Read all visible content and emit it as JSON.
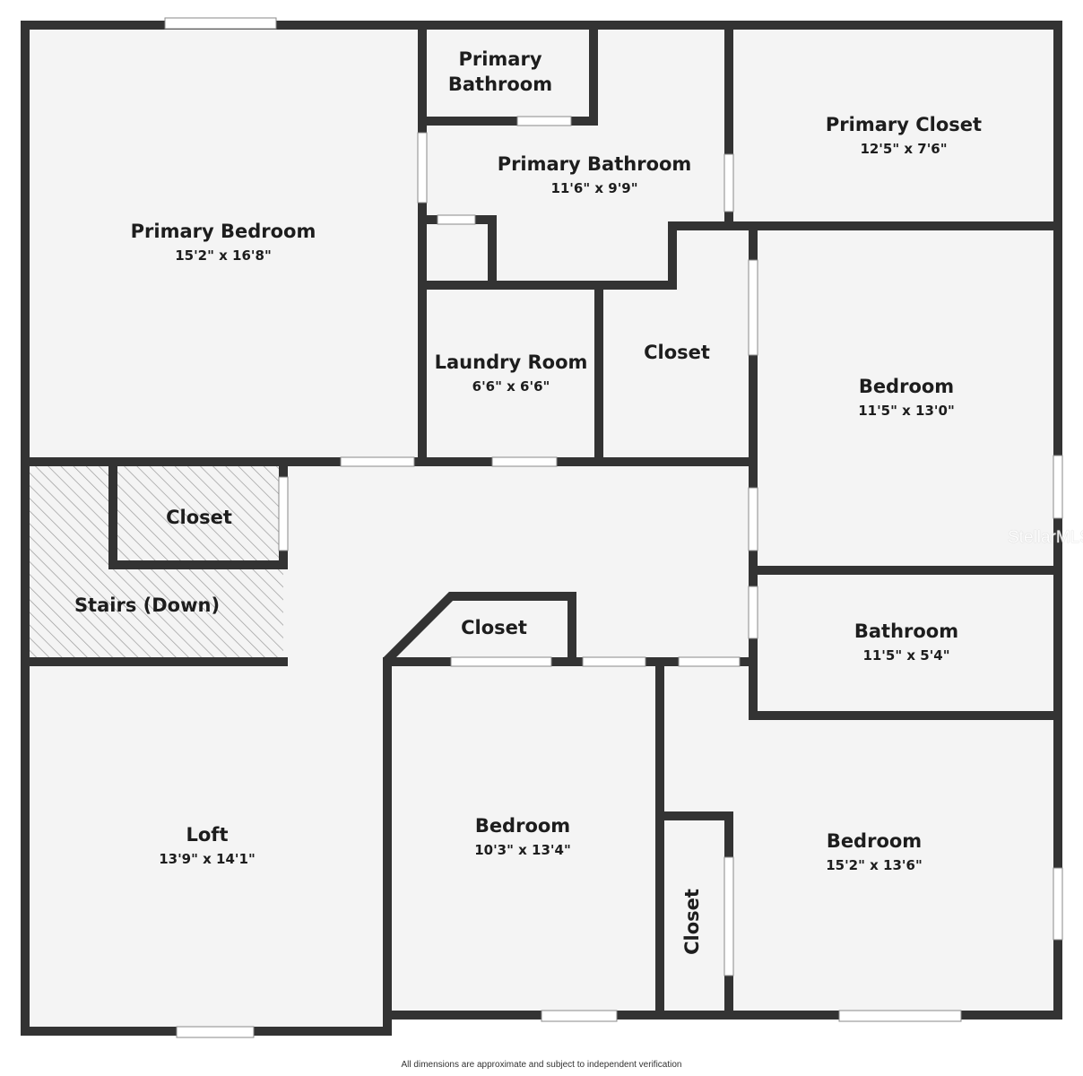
{
  "colors": {
    "wall": "#333333",
    "floor": "#f4f4f4",
    "opening": "#ffffff",
    "stairs_hatch": "#9a9a9a",
    "text": "#1d1d1d"
  },
  "rooms": {
    "primary_bedroom": {
      "name": "Primary Bedroom",
      "dims": "15'2\" x 16'8\""
    },
    "primary_bath_wc": {
      "name_line1": "Primary",
      "name_line2": "Bathroom"
    },
    "primary_bathroom": {
      "name": "Primary Bathroom",
      "dims": "11'6\" x 9'9\""
    },
    "primary_closet": {
      "name": "Primary Closet",
      "dims": "12'5\" x 7'6\""
    },
    "laundry_room": {
      "name": "Laundry Room",
      "dims": "6'6\" x 6'6\""
    },
    "closet_mid": {
      "name": "Closet"
    },
    "bedroom_right": {
      "name": "Bedroom",
      "dims": "11'5\" x 13'0\""
    },
    "closet_left": {
      "name": "Closet"
    },
    "stairs": {
      "name": "Stairs (Down)"
    },
    "closet_center": {
      "name": "Closet"
    },
    "bathroom": {
      "name": "Bathroom",
      "dims": "11'5\" x 5'4\""
    },
    "loft": {
      "name": "Loft",
      "dims": "13'9\" x 14'1\""
    },
    "bedroom_center": {
      "name": "Bedroom",
      "dims": "10'3\" x 13'4\""
    },
    "bedroom_bottom_right": {
      "name": "Bedroom",
      "dims": "15'2\" x 13'6\""
    },
    "closet_vertical": {
      "name": "Closet"
    }
  },
  "footer": "All dimensions are approximate and subject to independent verification",
  "watermark": "StellarMLS"
}
